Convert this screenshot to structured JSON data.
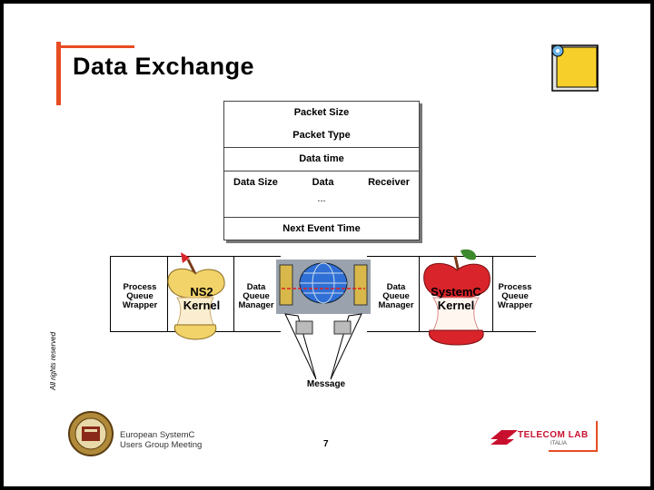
{
  "slide": {
    "title": "Data Exchange",
    "rights": "All rights reserved",
    "page_number": "7"
  },
  "packet": {
    "rows": [
      "Packet Size",
      "Packet Type",
      "Data time"
    ],
    "fields": [
      "Data Size",
      "Data",
      "Receiver"
    ],
    "ellipsis": "...",
    "last_row": "Next Event Time"
  },
  "layers": {
    "left_wrapper": [
      "Process",
      "Queue",
      "Wrapper"
    ],
    "left_kernel": [
      "NS2",
      "Kernel"
    ],
    "left_manager": [
      "Data",
      "Queue",
      "Manager"
    ],
    "right_manager": [
      "Data",
      "Queue",
      "Manager"
    ],
    "right_kernel": [
      "SystemC",
      "Kernel"
    ],
    "right_wrapper": [
      "Process",
      "Queue",
      "Wrapper"
    ]
  },
  "message_label": "Message",
  "footer": {
    "org_line1": "European SystemC",
    "org_line2": "Users Group Meeting",
    "logo_text": "TELECOM LAB",
    "logo_sub": "ITALIA"
  },
  "colors": {
    "accent": "#e84c22",
    "apple_red": "#d8242a",
    "apple_yellow": "#f1d36a",
    "link_red": "#e02020",
    "globe_blue": "#2f6fd6",
    "logo_red": "#c8102e"
  }
}
